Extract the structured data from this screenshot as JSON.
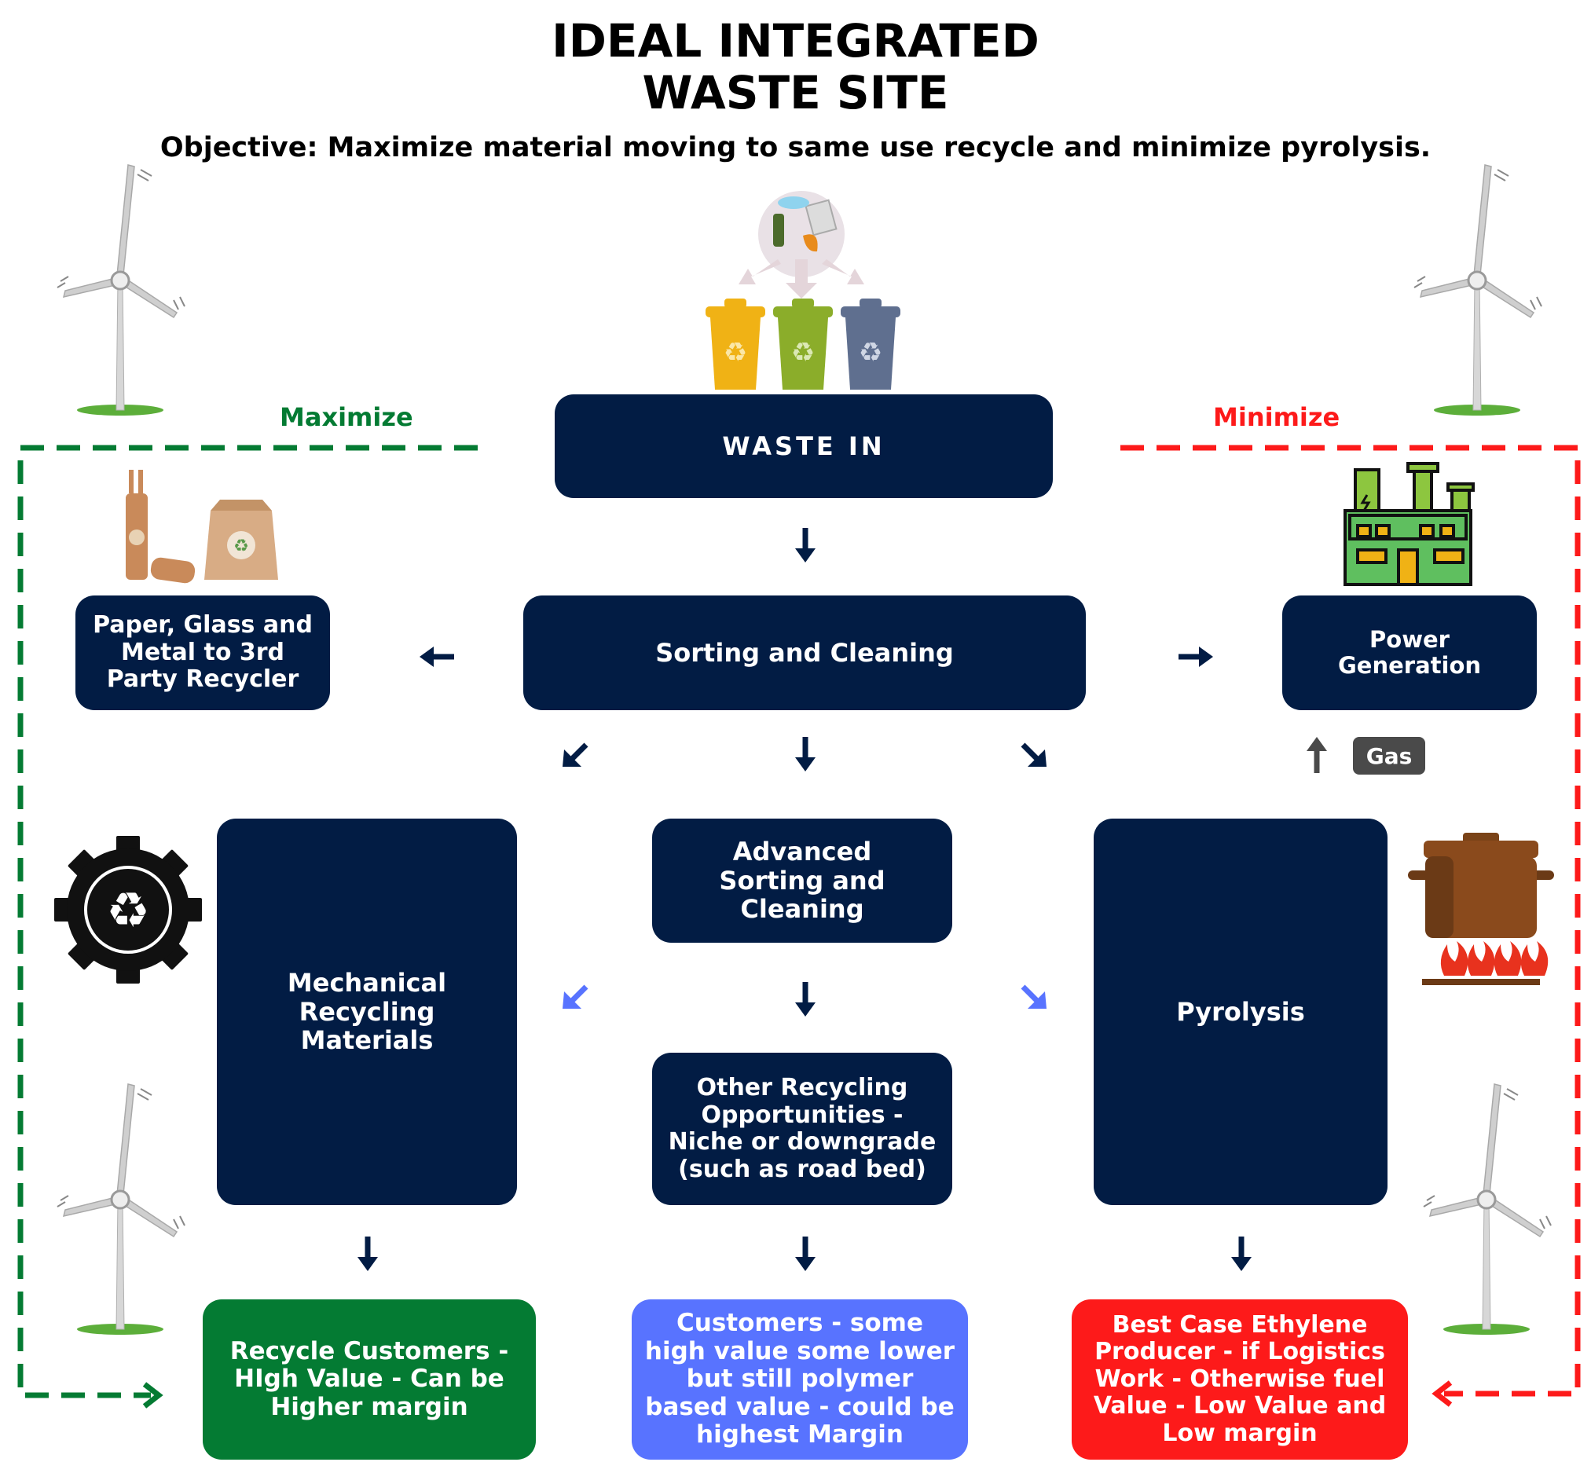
{
  "title_line1": "IDEAL INTEGRATED",
  "title_line2": "WASTE SITE",
  "objective": "Objective: Maximize material moving to same use recycle and minimize pyrolysis.",
  "maximize_label": "Maximize",
  "minimize_label": "Minimize",
  "gas_label": "Gas",
  "colors": {
    "navy": "#021c44",
    "green": "#047b33",
    "blue": "#5873ff",
    "red": "#fd1a1a"
  },
  "nodes": {
    "waste_in": "WASTE IN",
    "sorting": "Sorting and Cleaning",
    "paper_glass": "Paper, Glass and Metal  to 3rd Party Recycler",
    "power": "Power Generation",
    "advanced": "Advanced Sorting and Cleaning",
    "mechanical": "Mechanical Recycling Materials",
    "pyrolysis": "Pyrolysis",
    "other": "Other Recycling Opportunities - Niche or downgrade (such as road bed)",
    "recycle_customers": "Recycle Customers - HIgh Value - Can be Higher margin",
    "customers": "Customers - some high value some lower but still polymer based value - could be highest Margin",
    "ethylene": "Best Case Ethylene Producer - if Logistics Work - Otherwise fuel Value - Low Value and Low margin"
  },
  "icons": [
    "wind-turbine-icon",
    "waste-bins-icon",
    "waste-pile-icon",
    "paper-bag-icon",
    "factory-icon",
    "recycle-gear-icon",
    "cooking-pot-icon"
  ]
}
